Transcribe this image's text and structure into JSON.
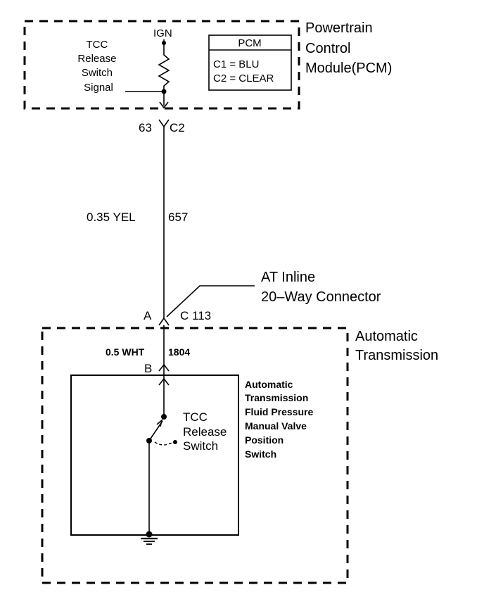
{
  "pcm_block": {
    "title_lines": [
      "Powertrain",
      "Control",
      "Module(PCM)"
    ],
    "ign_label": "IGN",
    "signal_label_lines": [
      "TCC",
      "Release",
      "Switch",
      "Signal"
    ],
    "connector_table": {
      "header": "PCM",
      "rows": [
        "C1 = BLU",
        "C2 = CLEAR"
      ]
    },
    "pin": "63",
    "connector": "C2"
  },
  "wire_upper": {
    "size_color": "0.35 YEL",
    "circuit": "657"
  },
  "inline_connector": {
    "label_lines": [
      "AT Inline",
      "20–Way Connector"
    ],
    "pin_a": "A",
    "id": "C 113",
    "pin_b": "B"
  },
  "transmission_block": {
    "title_lines": [
      "Automatic",
      "Transmission"
    ],
    "wire_size_color": "0.5 WHT",
    "wire_circuit": "1804",
    "switch_assembly_lines": [
      "Automatic",
      "Transmission",
      "Fluid Pressure",
      "Manual Valve",
      "Position",
      "Switch"
    ],
    "switch_label_lines": [
      "TCC",
      "Release",
      "Switch"
    ]
  }
}
